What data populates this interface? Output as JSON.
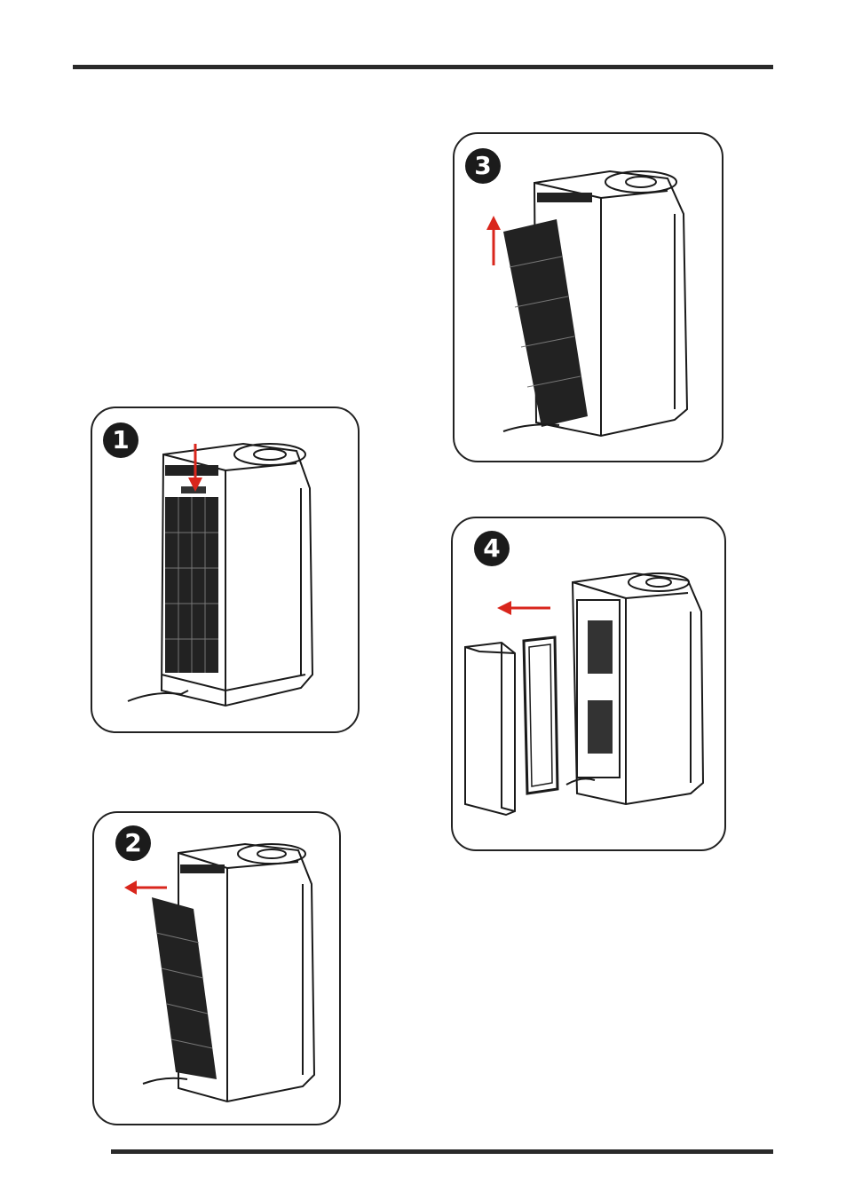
{
  "steps": [
    {
      "number": "1",
      "arrow": "down"
    },
    {
      "number": "2",
      "arrow": "left"
    },
    {
      "number": "3",
      "arrow": "up"
    },
    {
      "number": "4",
      "arrow": "left"
    }
  ],
  "colors": {
    "arrow": "#d9261c",
    "line": "#1a1a1a",
    "rule": "#2a2a2a"
  }
}
